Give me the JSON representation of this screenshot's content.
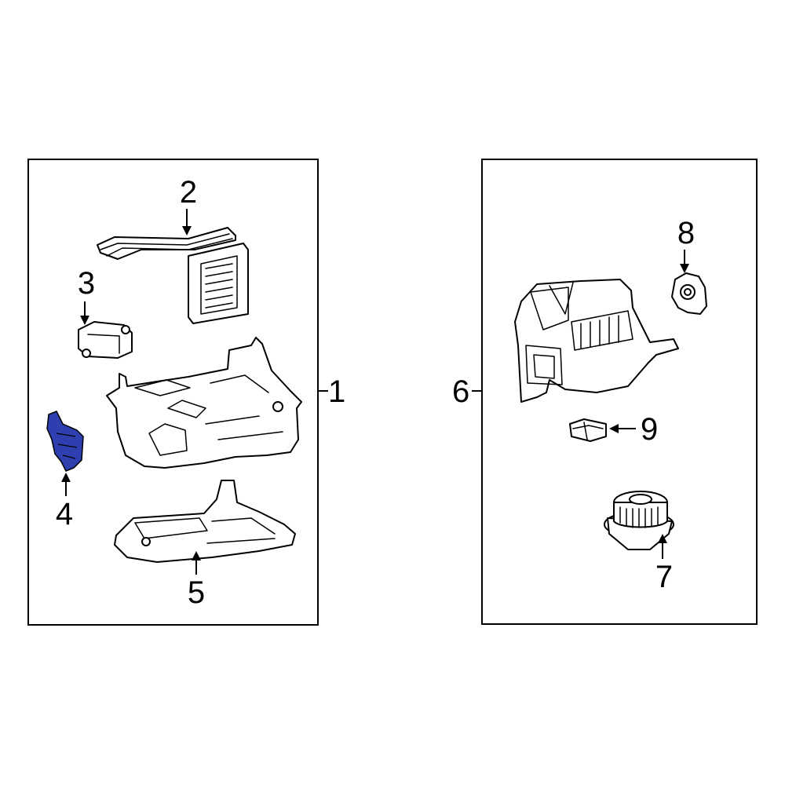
{
  "colors": {
    "highlight_part": "#2e3fb0",
    "line": "#000000",
    "background": "#ffffff"
  },
  "callouts": {
    "c1": "1",
    "c2": "2",
    "c3": "3",
    "c4": "4",
    "c5": "5",
    "c6": "6",
    "c7": "7",
    "c8": "8",
    "c9": "9"
  }
}
